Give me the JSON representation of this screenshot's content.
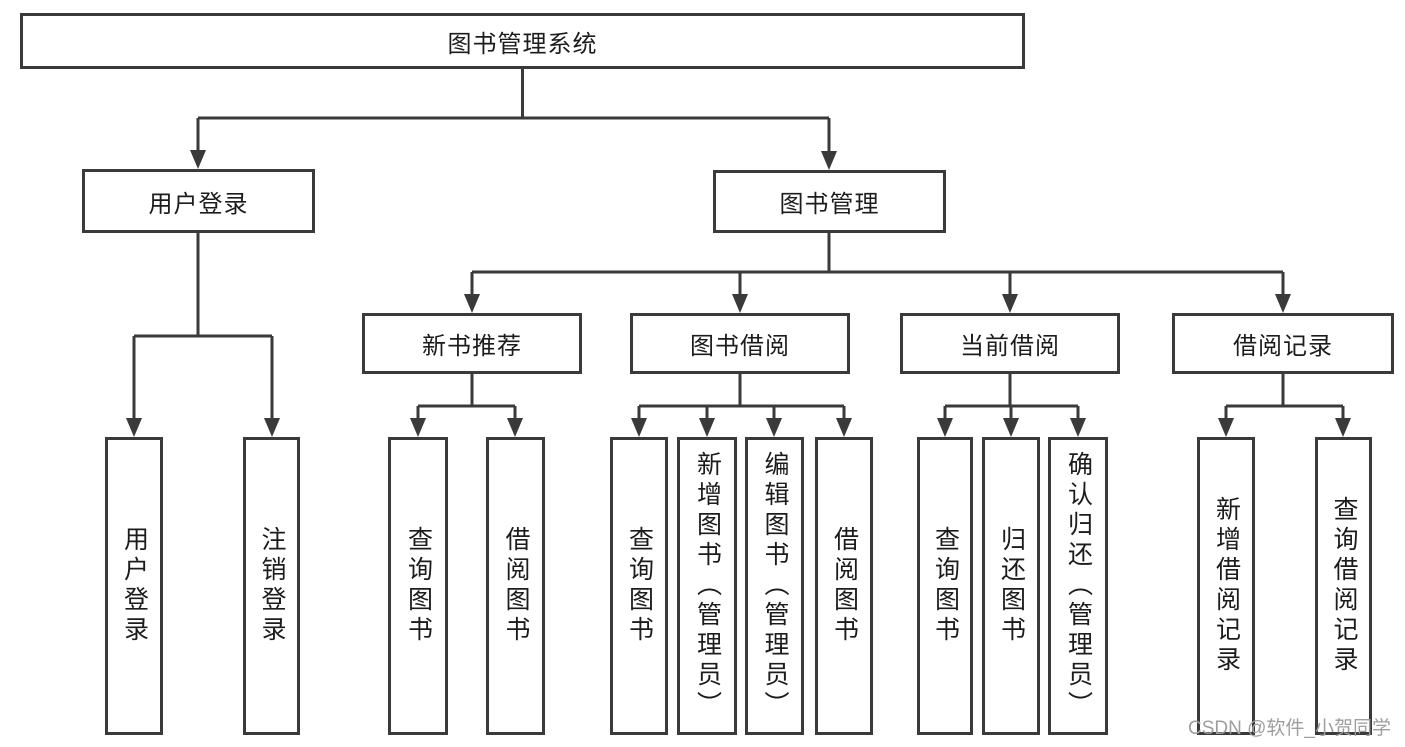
{
  "diagram": {
    "root": {
      "label": "图书管理系统"
    },
    "level2": [
      {
        "label": "用户登录"
      },
      {
        "label": "图书管理"
      }
    ],
    "level3": [
      {
        "label": "新书推荐"
      },
      {
        "label": "图书借阅"
      },
      {
        "label": "当前借阅"
      },
      {
        "label": "借阅记录"
      }
    ],
    "leaves": {
      "user_login": [
        {
          "label": "用户登录"
        },
        {
          "label": "注销登录"
        }
      ],
      "new_book": [
        {
          "label": "查询图书"
        },
        {
          "label": "借阅图书"
        }
      ],
      "book_borrow": [
        {
          "label": "查询图书"
        },
        {
          "label": "新增图书（管理员）"
        },
        {
          "label": "编辑图书（管理员）"
        },
        {
          "label": "借阅图书"
        }
      ],
      "current_borrow": [
        {
          "label": "查询图书"
        },
        {
          "label": "归还图书"
        },
        {
          "label": "确认归还（管理员）"
        }
      ],
      "borrow_records": [
        {
          "label": "新增借阅记录"
        },
        {
          "label": "查询借阅记录"
        }
      ]
    }
  },
  "watermark": {
    "text": "CSDN @软件_小贺同学"
  },
  "colors": {
    "line": "#3a3a3a",
    "text": "#1c1c1c",
    "watermark": "#9e9e9e",
    "background": "#ffffff"
  }
}
